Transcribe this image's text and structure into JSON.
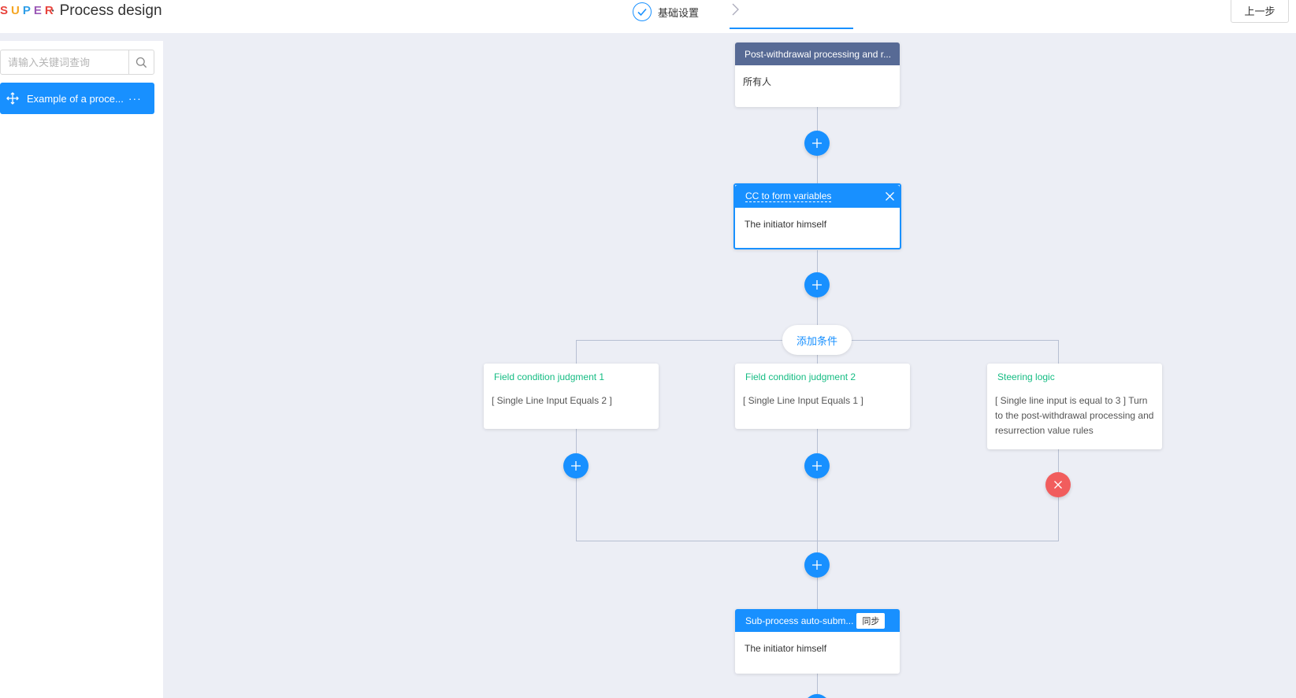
{
  "header": {
    "logo_letters": [
      "S",
      "U",
      "P",
      "E",
      "R"
    ],
    "logo_colors": [
      "#e8433c",
      "#f5a623",
      "#2f9ee8",
      "#9b59b6",
      "#e8433c"
    ],
    "title": "· Process design",
    "step_label": "基础设置",
    "prev_button": "上一步"
  },
  "sidebar": {
    "search_placeholder": "请输入关键词查询",
    "process_item": "Example of a proce...",
    "more": "···"
  },
  "flow": {
    "start_node": {
      "title": "Post-withdrawal processing and r...",
      "body": "所有人"
    },
    "cc_node": {
      "title": "CC to form variables",
      "body": "The initiator himself"
    },
    "add_condition": "添加条件",
    "branches": [
      {
        "title": "Field condition judgment 1",
        "body": "[ Single Line Input Equals 2 ]"
      },
      {
        "title": "Field condition judgment 2",
        "body": "[ Single Line Input Equals 1 ]"
      },
      {
        "title": "Steering logic",
        "body": "[ Single line input is equal to 3 ] Turn to the post-withdrawal processing and resurrection value rules"
      }
    ],
    "subprocess_node": {
      "title": "Sub-process auto-subm...",
      "tag": "同步",
      "body": "The initiator himself"
    }
  },
  "colors": {
    "primary": "#1890ff",
    "start_header": "#576a95",
    "condition_title": "#15bc83",
    "danger": "#f15d5d",
    "canvas_bg": "#eceef5"
  },
  "icons": [
    "check-icon",
    "chevron-right-icon",
    "search-icon",
    "move-icon",
    "plus-icon",
    "close-icon"
  ]
}
